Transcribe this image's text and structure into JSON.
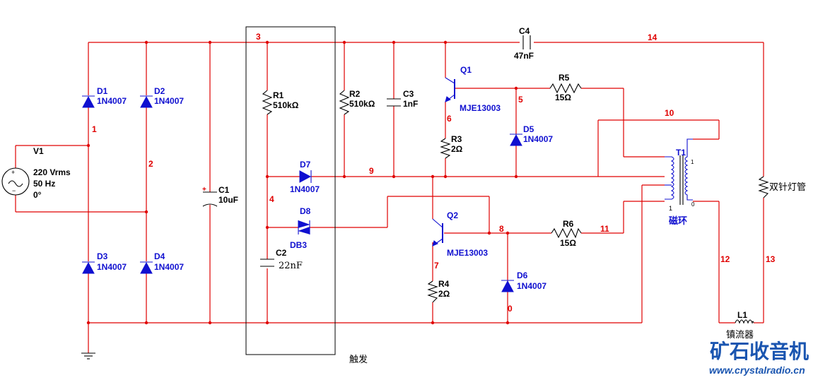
{
  "components": {
    "V1": {
      "name": "V1",
      "line1": "220 Vrms",
      "line2": "50 Hz",
      "line3": "0°"
    },
    "D1": {
      "name": "D1",
      "value": "1N4007"
    },
    "D2": {
      "name": "D2",
      "value": "1N4007"
    },
    "D3": {
      "name": "D3",
      "value": "1N4007"
    },
    "D4": {
      "name": "D4",
      "value": "1N4007"
    },
    "C1": {
      "name": "C1",
      "value": "10uF"
    },
    "R1": {
      "name": "R1",
      "value": "510kΩ"
    },
    "R2": {
      "name": "R2",
      "value": "510kΩ"
    },
    "C2": {
      "name": "C2",
      "value": "22nF"
    },
    "C3": {
      "name": "C3",
      "value": "1nF"
    },
    "C4": {
      "name": "C4",
      "value": "47nF"
    },
    "D7": {
      "name": "D7",
      "value": "1N4007"
    },
    "D8": {
      "name": "D8",
      "value": "DB3"
    },
    "Q1": {
      "name": "Q1",
      "value": "MJE13003"
    },
    "Q2": {
      "name": "Q2",
      "value": "MJE13003"
    },
    "R3": {
      "name": "R3",
      "value": "2Ω"
    },
    "R4": {
      "name": "R4",
      "value": "2Ω"
    },
    "R5": {
      "name": "R5",
      "value": "15Ω"
    },
    "R6": {
      "name": "R6",
      "value": "15Ω"
    },
    "D5": {
      "name": "D5",
      "value": "1N4007"
    },
    "D6": {
      "name": "D6",
      "value": "1N4007"
    },
    "T1": {
      "name": "T1",
      "label": "磁环",
      "pin1": "1",
      "pin2": "1",
      "pin0": "0"
    },
    "L1": {
      "name": "L1",
      "label": "镇流器"
    },
    "lamp": {
      "label": "双针灯管"
    }
  },
  "nets": {
    "n0": "0",
    "n1": "1",
    "n2": "2",
    "n3": "3",
    "n4": "4",
    "n5": "5",
    "n6": "6",
    "n7": "7",
    "n8": "8",
    "n9": "9",
    "n10": "10",
    "n11": "11",
    "n12": "12",
    "n13": "13",
    "n14": "14"
  },
  "trigger_label": "触发",
  "watermark": {
    "title": "矿石收音机",
    "url": "www.crystalradio.cn"
  },
  "colors": {
    "wire": "#e00000",
    "component": "#1010d0",
    "outline": "#000000",
    "watermark": "#1a55b0"
  }
}
